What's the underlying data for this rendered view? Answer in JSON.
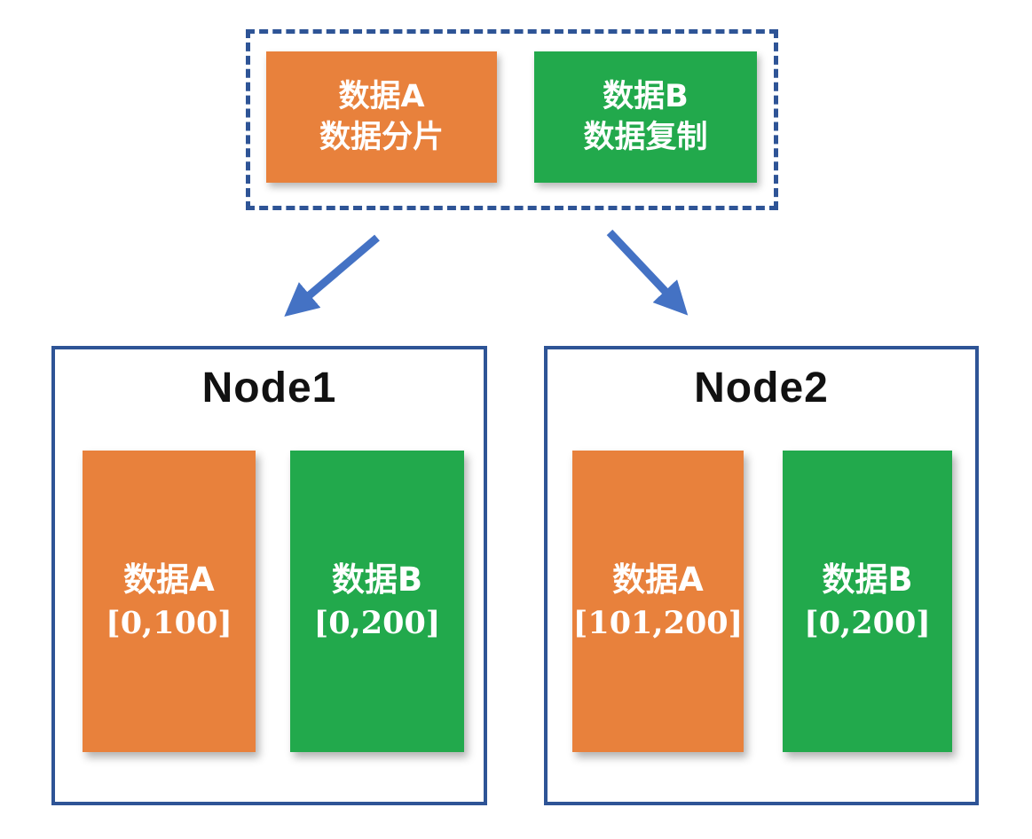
{
  "colors": {
    "orange": "#E8813C",
    "green": "#22A94C",
    "border_blue": "#2E5496",
    "arrow_blue": "#4472C4",
    "title_black": "#111111"
  },
  "top_group": {
    "data_a": {
      "line1": "数据A",
      "line2": "数据分片"
    },
    "data_b": {
      "line1": "数据B",
      "line2": "数据复制"
    }
  },
  "arrows": [
    {
      "to": "Node1",
      "direction": "down-left"
    },
    {
      "to": "Node2",
      "direction": "down-right"
    }
  ],
  "nodes": [
    {
      "title": "Node1",
      "blocks": [
        {
          "label": "数据A",
          "range": "[0,100]",
          "color": "orange"
        },
        {
          "label": "数据B",
          "range": "[0,200]",
          "color": "green"
        }
      ]
    },
    {
      "title": "Node2",
      "blocks": [
        {
          "label": "数据A",
          "range": "[101,200]",
          "color": "orange"
        },
        {
          "label": "数据B",
          "range": "[0,200]",
          "color": "green"
        }
      ]
    }
  ]
}
